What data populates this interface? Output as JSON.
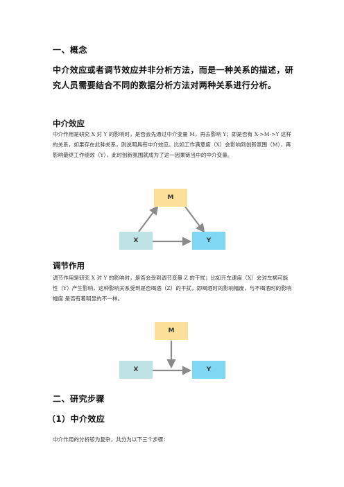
{
  "section1": {
    "heading": "一、概念",
    "lead": "中介效应或者调节效应并非分析方法，而是一种关系的描述，研究人员需要结合不同的数据分析方法对两种关系进行分析。"
  },
  "mediation": {
    "title": "中介效应",
    "text": "中介作用是研究 X 对 Y 的影响时，是否会先通过中介变量 M，再去影响 Y；即是否有 X->M->Y 这样的关系，如果存在此种关系，则说明具有中介效应。比如工作满意度（X）会影响到创新氛围（M），再影响最终工作绩效（Y），此时创新氛围就成为了这一因果链当中的中介变量。",
    "diagram": {
      "m_label": "M",
      "x_label": "X",
      "y_label": "Y",
      "m_color": "#fde09a",
      "x_color": "#bfe3e4",
      "y_color": "#7ed8f3",
      "arrow_color": "#8a8a8a"
    }
  },
  "moderation": {
    "title": "调节作用",
    "text": "调节作用是研究 X 对 Y 的影响时，是否会受到调节变量 Z 的干扰；比如开车速度（X）会对车祸可能性（Y）产生影响，这种影响关系受到是否喝酒（Z）的干扰，即喝酒时的影响幅度，与不喝酒时的影响幅度  是否有着明显的不一样。",
    "diagram": {
      "m_label": "M",
      "x_label": "X",
      "y_label": "Y",
      "m_color": "#fde09a",
      "x_color": "#bfe3e4",
      "y_color": "#7ed8f3",
      "arrow_color": "#8a8a8a"
    }
  },
  "section2": {
    "heading": "二、研究步骤",
    "sub_heading": "（1）中介效应",
    "text": "中介作用的分析较为复杂，共分为以下三个步骤："
  }
}
